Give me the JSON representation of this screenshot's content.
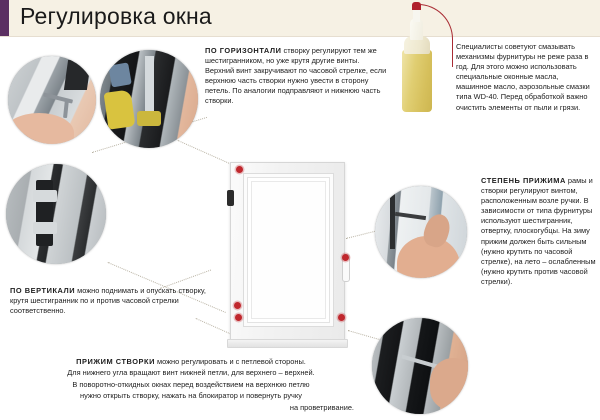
{
  "header": {
    "title": "Регулировка окна",
    "accent_color": "#5b2f62",
    "background_color": "#f6f1e4"
  },
  "diagram": {
    "window_label": "window-diagram",
    "marker_color": "#c0272d",
    "markers": [
      {
        "name": "marker-top-hinge"
      },
      {
        "name": "marker-handle"
      },
      {
        "name": "marker-bottom-left-upper"
      },
      {
        "name": "marker-bottom-left-lower"
      },
      {
        "name": "marker-bottom-right"
      }
    ]
  },
  "oil": {
    "name": "oil-bottle",
    "liquid_color": "#e0ce72",
    "stream_color": "#a82b33"
  },
  "photos": [
    {
      "name": "photo-hex-key-top-frame",
      "caption": ""
    },
    {
      "name": "photo-hardware-mechanism",
      "caption": ""
    },
    {
      "name": "photo-hinge-closeup",
      "caption": ""
    },
    {
      "name": "photo-hand-at-handle-screw",
      "caption": ""
    },
    {
      "name": "photo-screwdriver-lower-hinge",
      "caption": ""
    }
  ],
  "blocks": {
    "horizontal": {
      "lead": "ПО ГОРИЗОНТАЛИ",
      "text": " створку регулируют тем же шестигранником, но уже крутя другие винты. Верхний винт закручивают по часовой стрелке, если верхнюю часть створки нужно увести в сторону петель. По аналогии подправляют и нижнюю часть створки."
    },
    "lubrication": {
      "text": "Специалисты советуют смазывать механизмы фурнитуры не реже раза в год. Для этого можно использовать специальные оконные масла, машинное масло, аэрозольные смазки типа WD-40. Перед обработкой важно очистить элементы от пыли и грязи."
    },
    "pressure": {
      "lead": "СТЕПЕНЬ ПРИЖИМА",
      "text": " рамы и створки регулируют винтом, расположенным возле ручки. В зависимости от типа фурнитуры используют шестигранник, отвертку, плоскогубцы. На зиму прижим должен быть сильным (нужно крутить по часовой стрелке), на лето – ослабленным (нужно крутить против часовой стрелки)."
    },
    "vertical": {
      "lead": "ПО ВЕРТИКАЛИ",
      "text": " можно поднимать и опускать створку, крутя шестигранник по и против часовой стрелки соответственно."
    },
    "sash_pressure": {
      "lead": "ПРИЖИМ СТВОРКИ",
      "line1_rest": " можно регулировать и с петлевой стороны.",
      "line2": "Для нижнего угла вращают винт нижней петли, для верхнего – верхней.",
      "line3": "В поворотно-откидных окнах перед воздействием на верхнюю петлю",
      "line4": "нужно открыть створку, нажать на блокиратор и повернуть ручку",
      "line5": "на проветривание."
    }
  }
}
